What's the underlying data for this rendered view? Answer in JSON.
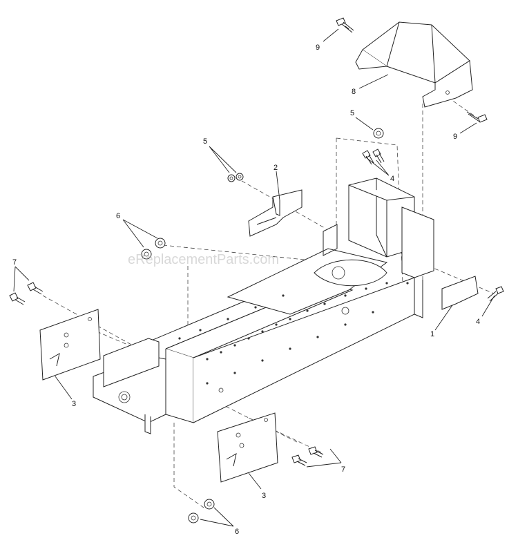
{
  "watermark": "eReplacementParts.com",
  "callouts": {
    "c1": "1",
    "c2": "2",
    "c3a": "3",
    "c3b": "3",
    "c4a": "4",
    "c4b": "4",
    "c5a": "5",
    "c5b": "5",
    "c6a": "6",
    "c6b": "6",
    "c7a": "7",
    "c7b": "7",
    "c8": "8",
    "c9a": "9",
    "c9b": "9"
  }
}
